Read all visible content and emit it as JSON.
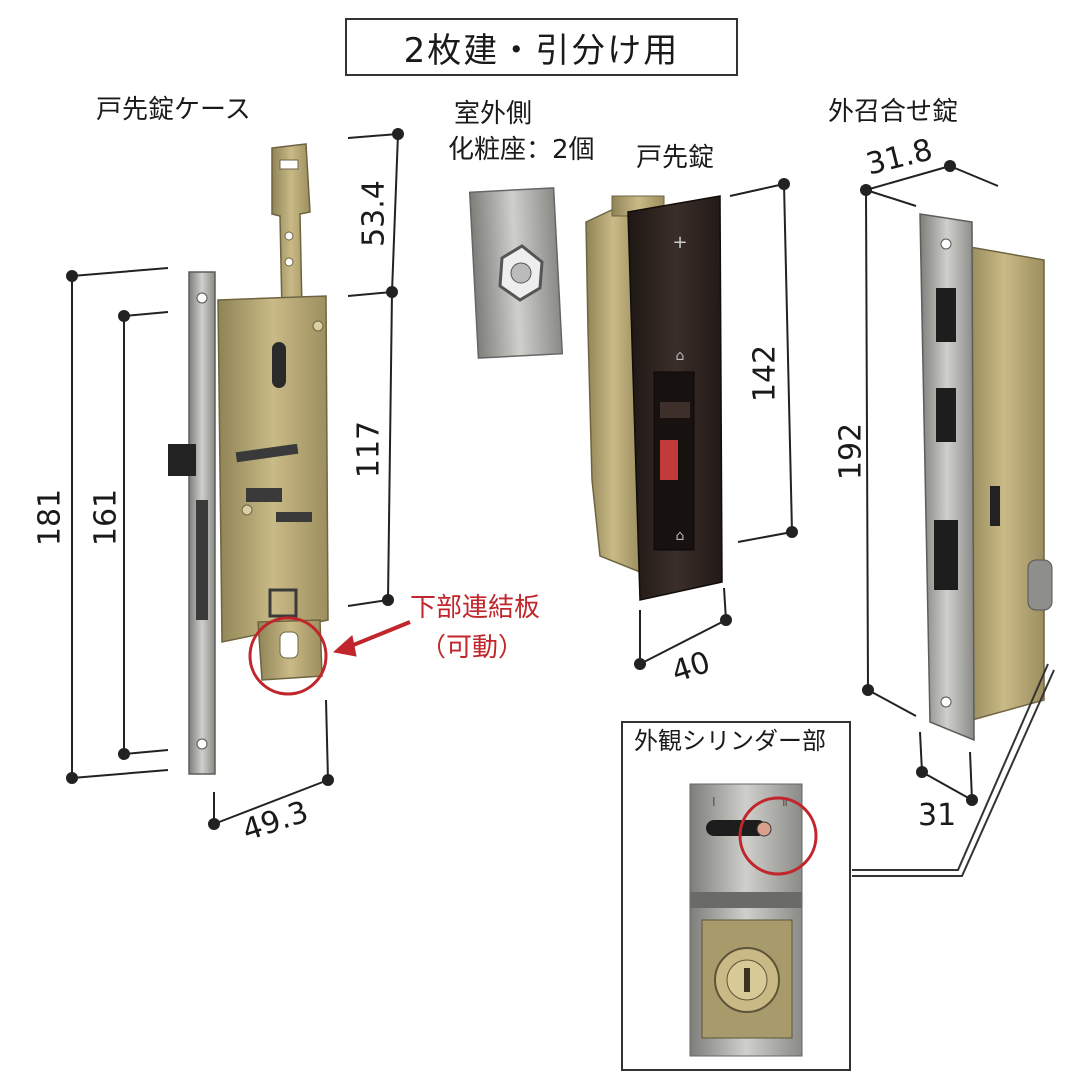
{
  "title": "2枚建・引分け用",
  "labels": {
    "case": "戸先錠ケース",
    "rosette_line1": "室外側",
    "rosette_line2": "化粧座：2個",
    "door_lock": "戸先錠",
    "receiver": "外召合せ錠",
    "lower_plate_line1": "下部連結板",
    "lower_plate_line2": "（可動）",
    "cylinder": "外観シリンダー部"
  },
  "dimensions": {
    "case_total": "181",
    "case_faceplate": "161",
    "case_top": "53.4",
    "case_body": "117",
    "case_width": "49.3",
    "lock_height": "142",
    "lock_width": "40",
    "receiver_top": "31.8",
    "receiver_height": "192",
    "receiver_width": "31"
  },
  "colors": {
    "brass": "#b9a874",
    "steel": "#a8a8a4",
    "dark_brown": "#2d231f",
    "highlight_red": "#c0262b"
  }
}
